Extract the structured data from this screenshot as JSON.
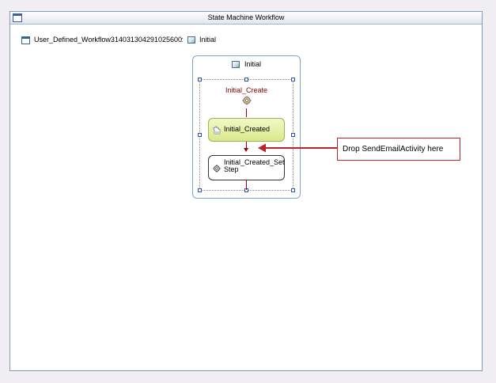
{
  "window": {
    "title": "State Machine Workflow"
  },
  "workflow": {
    "name": "User_Defined_Workflow314031304291025600",
    "separator": ":",
    "initial_state": "Initial"
  },
  "state": {
    "title": "Initial",
    "event_name": "Initial_Create",
    "activities": [
      {
        "label": "Initial_Created",
        "icon": "hand-icon"
      },
      {
        "label_line1": "Initial_Created_Set",
        "label_line2": "Step",
        "icon": "gear-icon"
      }
    ]
  },
  "callout": {
    "text": "Drop SendEmailActivity here"
  },
  "colors": {
    "accent_red": "#b8242a",
    "event_red": "#8b0000",
    "state_border": "#7da2ce",
    "activity_green": "#d9e98a"
  }
}
